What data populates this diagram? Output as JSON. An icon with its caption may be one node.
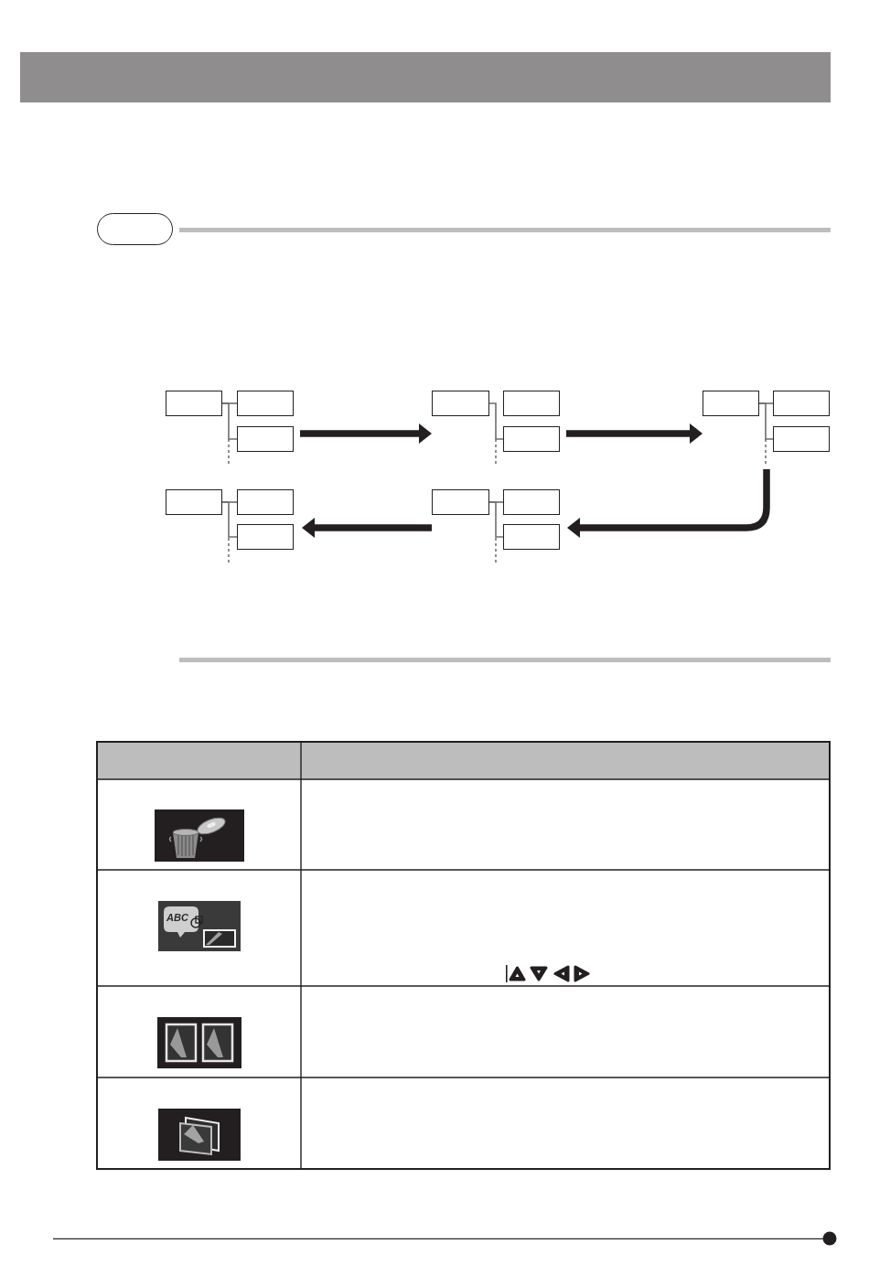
{
  "diagram": {
    "nodes": [
      {
        "text": [],
        "shape": "pill"
      },
      {
        "text": [],
        "shape": "box"
      },
      {
        "text": [],
        "shape": "box"
      },
      {
        "text": [],
        "shape": "box"
      },
      {
        "text": [],
        "shape": "box"
      },
      {
        "text": [],
        "shape": "box"
      },
      {
        "text": [],
        "shape": "box"
      },
      {
        "text": [],
        "shape": "box"
      },
      {
        "text": [],
        "shape": "box"
      },
      {
        "text": [],
        "shape": "box"
      },
      {
        "text": [],
        "shape": "box"
      },
      {
        "text": [],
        "shape": "box"
      },
      {
        "text": [],
        "shape": "box"
      },
      {
        "text": [],
        "shape": "box"
      },
      {
        "text": [],
        "shape": "box"
      },
      {
        "text": [],
        "shape": "box"
      }
    ],
    "edges": [
      {
        "from": 1,
        "to": 2,
        "arrow": "none"
      },
      {
        "from": 1,
        "to": 3,
        "arrow": "none"
      },
      {
        "from": 4,
        "to": 6,
        "arrow": "none"
      },
      {
        "from": 7,
        "to": 8,
        "arrow": "none"
      },
      {
        "from": 7,
        "to": 9,
        "arrow": "none"
      },
      {
        "from": 10,
        "to": 11,
        "arrow": "none"
      },
      {
        "from": 10,
        "to": 12,
        "arrow": "none"
      },
      {
        "from": 13,
        "to": 14,
        "arrow": "none"
      },
      {
        "from": 13,
        "to": 15,
        "arrow": "none"
      },
      {
        "from": 3,
        "to": 4,
        "arrow": "to",
        "style": "thick",
        "color": "#231f20"
      },
      {
        "from": 6,
        "to": 7,
        "arrow": "to",
        "style": "thick",
        "color": "#231f20"
      },
      {
        "from": 9,
        "to": 15,
        "arrow": "to",
        "style": "thick",
        "color": "#231f20"
      },
      {
        "from": 13,
        "to": 12,
        "arrow": "to",
        "style": "thick",
        "color": "#231f20"
      }
    ],
    "labels": [
      "ABC"
    ]
  }
}
